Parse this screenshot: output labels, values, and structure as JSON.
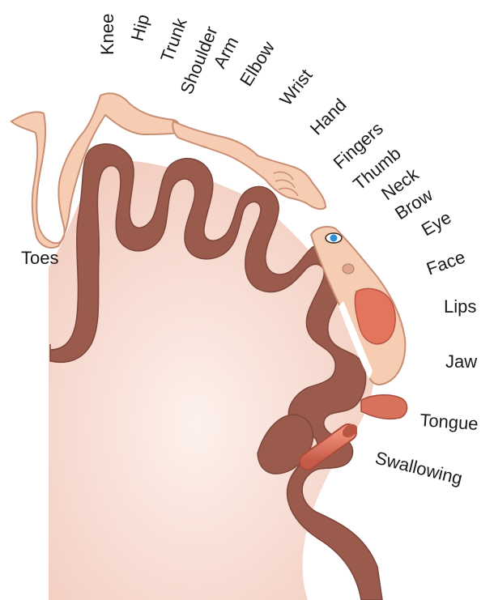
{
  "diagram": {
    "labels": {
      "knee": "Knee",
      "hip": "Hip",
      "trunk": "Trunk",
      "shoulder": "Shoulder",
      "arm": "Arm",
      "elbow": "Elbow",
      "wrist": "Wrist",
      "hand": "Hand",
      "fingers": "Fingers",
      "thumb": "Thumb",
      "neck": "Neck",
      "brow": "Brow",
      "eye": "Eye",
      "face": "Face",
      "lips": "Lips",
      "jaw": "Jaw",
      "tongue": "Tongue",
      "swallowing": "Swallowing",
      "toes": "Toes"
    },
    "colors": {
      "cortex": "#9a5a4c",
      "cortex_dark": "#7d463b",
      "white_matter": "#f7dcd3",
      "skin": "#f6cdb2",
      "skin_outline": "#c98e73",
      "lips": "#e3755f",
      "tongue": "#d9725c",
      "eye_iris": "#2f8fd0"
    }
  }
}
